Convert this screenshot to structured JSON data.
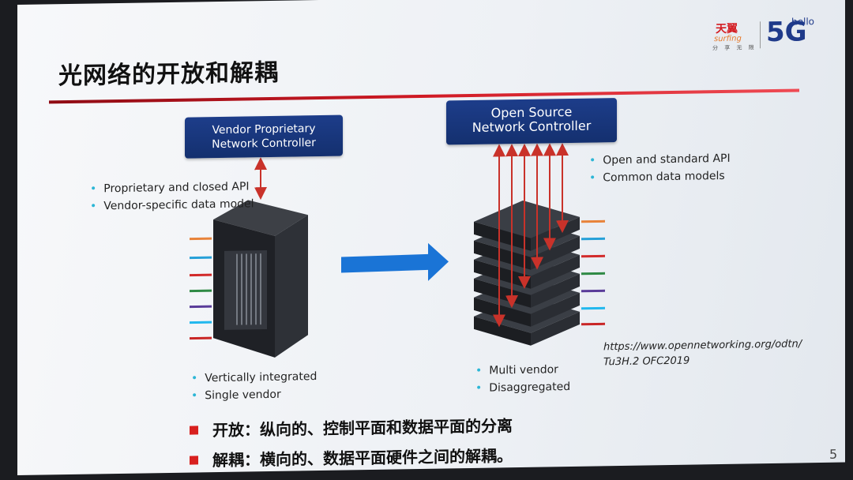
{
  "slide": {
    "title": "光网络的开放和解耦",
    "page_number": "5",
    "logo": {
      "brand_cn": "天翼",
      "brand_en": "surfing",
      "slogan": "分 享 无 限",
      "five_g": "5G",
      "hello": "hello"
    },
    "left": {
      "controller_line1": "Vendor Proprietary",
      "controller_line2": "Network Controller",
      "api_bullets": [
        "Proprietary and closed API",
        "Vendor-specific data model"
      ],
      "features": [
        "Vertically integrated",
        "Single vendor"
      ]
    },
    "right": {
      "controller_line1": "Open Source",
      "controller_line2": "Network Controller",
      "api_bullets": [
        "Open and standard API",
        "Common data models"
      ],
      "features": [
        "Multi vendor",
        "Disaggregated"
      ]
    },
    "citation_line1": "https://www.opennetworking.org/odtn/",
    "citation_line2": "Tu3H.2 OFC2019",
    "conclusions": [
      "开放：纵向的、控制平面和数据平面的分离",
      "解耦：横向的、数据平面硬件之间的解耦。"
    ]
  },
  "colors": {
    "title_rule": "#d01a24",
    "controller_box": "#1d3d8a",
    "arrow_blue": "#1a74d6",
    "bullet_dot": "#2cb6d6",
    "conclusion_square": "#d8201f",
    "api_arrow": "#c9322a"
  }
}
